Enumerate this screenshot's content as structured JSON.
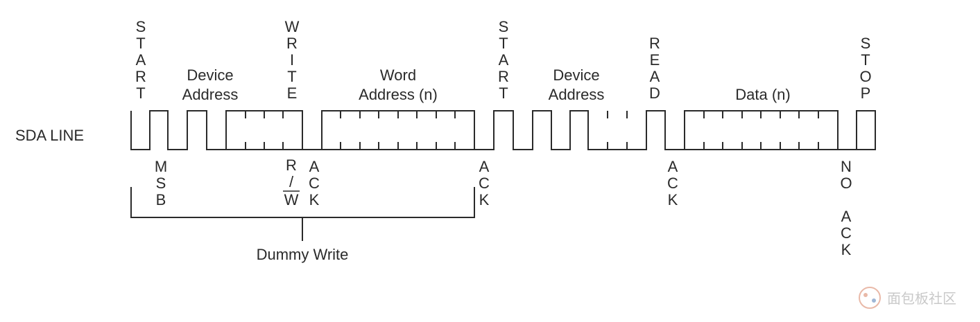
{
  "sda_label": "SDA LINE",
  "top_labels": {
    "start1": "START",
    "device_address1": [
      "Device",
      "Address"
    ],
    "write": "WRITE",
    "word_address": [
      "Word",
      "Address (n)"
    ],
    "start2": "START",
    "device_address2": [
      "Device",
      "Address"
    ],
    "read": "READ",
    "data": "Data (n)",
    "stop": "STOP"
  },
  "bottom_labels": {
    "msb": "MSB",
    "rw": [
      "R",
      "/",
      "W"
    ],
    "ack1": "ACK",
    "ack2": "ACK",
    "ack3": "ACK",
    "no_ack": [
      "NO",
      "ACK"
    ]
  },
  "bracket_label": "Dummy Write",
  "watermark": "面包板社区",
  "colors": {
    "line": "#2a2a2a",
    "text": "#2a2a2a",
    "watermark": "#c9c9c9"
  }
}
